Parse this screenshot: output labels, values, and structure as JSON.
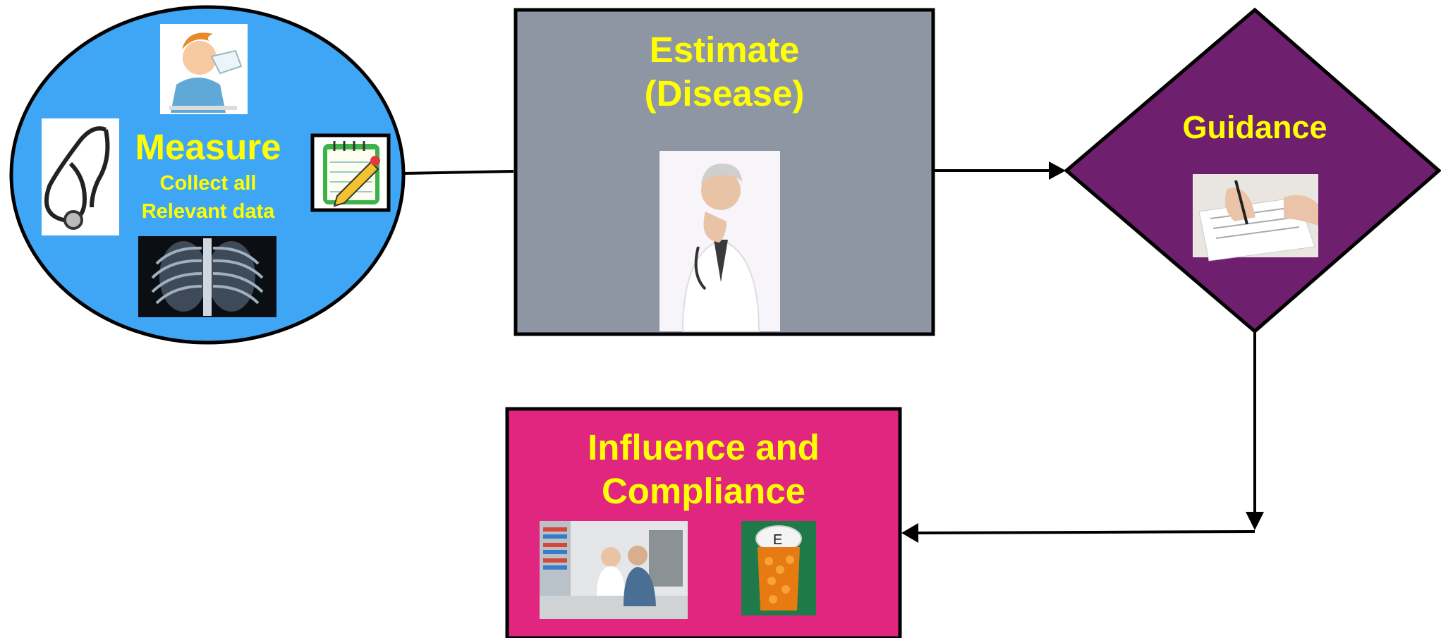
{
  "colors": {
    "measure_fill": "#3FA6F5",
    "estimate_fill": "#8E96A4",
    "guidance_fill": "#6E1F6E",
    "influence_fill": "#E0267E",
    "label_text": "#FFFF00",
    "outline": "#000000"
  },
  "measure": {
    "title": "Measure",
    "subtitle_line1": "Collect all",
    "subtitle_line2": "Relevant data",
    "icons": [
      "sneezing-person-icon",
      "stethoscope-icon",
      "notepad-pencil-icon",
      "chest-xray-icon"
    ]
  },
  "estimate": {
    "title_line1": "Estimate",
    "title_line2": "(Disease)",
    "icons": [
      "thinking-doctor-icon"
    ]
  },
  "guidance": {
    "title": "Guidance",
    "icons": [
      "writing-prescription-icon"
    ]
  },
  "influence": {
    "title_line1": "Influence and",
    "title_line2": "Compliance",
    "icons": [
      "pharmacy-counter-icon",
      "pill-bottle-icon"
    ]
  }
}
